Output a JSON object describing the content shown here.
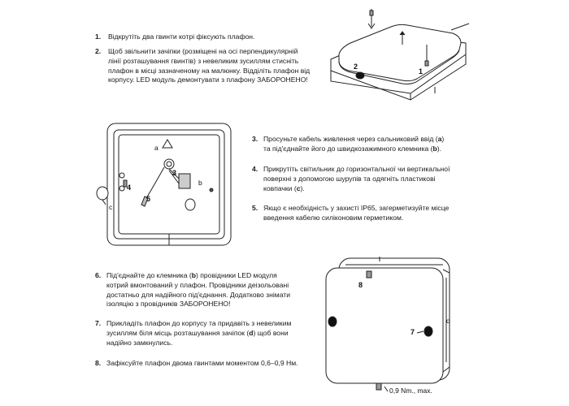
{
  "steps": [
    {
      "num": "1.",
      "text": "Відкрутіть два гвинти котрі фіксують плафон."
    },
    {
      "num": "2.",
      "lines": [
        "Щоб звільнити зачіпки (розміщені на осі перпендикулярній",
        "лінії розташування гвинтів) з невеликим зусиллям стисніть",
        "плафон в місці зазначеному на малюнку. Відділіть плафон від",
        "корпусу. LED модуль демонтувати з плафону ЗАБОРОНЕНО!"
      ]
    },
    {
      "num": "3.",
      "line1": "Просуньте кабель живлення через сальниковий ввід (",
      "a": "a",
      "line1_end": ")",
      "line2": "та під'єднайте його до швидкозажимного клемника (",
      "b": "b",
      "line2_end": ")."
    },
    {
      "num": "4.",
      "line1": "Прикрутіть світильник до горизонтальної чи вертикальної",
      "line2": "поверхні з допомогою шурупів та одягніть пластикові",
      "line3": "ковпачки (",
      "c": "c",
      "line3_end": ")."
    },
    {
      "num": "5.",
      "lines": [
        "Якщо є необхідність у захисті IP65, загерметизуйте місце",
        "введення кабелю силіконовим герметиком."
      ]
    },
    {
      "num": "6.",
      "line1": "Під'єднайте до клемника (",
      "b": "b",
      "line1_end": ") провідники LED модуля",
      "line2": "котрий вмонтований у плафон. Провідники деізольовані",
      "line3": "достатньо для надійного під'єднання. Додатково знімати",
      "line4": "ізоляцію з провідників ЗАБОРОНЕНО!"
    },
    {
      "num": "7.",
      "line1": "Прикладіть плафон до корпусу та придавіть з невеликим",
      "line2": "зусиллям біля місць розташування зачіпок (",
      "d": "d",
      "line2_end": ") щоб вони",
      "line3": "надійно замкнулись."
    },
    {
      "num": "8.",
      "text": "Зафіксуйте плафон двома гвинтами моментом 0,6–0,9 Нм."
    }
  ],
  "figures": {
    "fig1": {
      "label_1": "1",
      "label_2": "2"
    },
    "fig2": {
      "label_a": "a",
      "label_b": "b",
      "label_c": "c",
      "label_3": "3",
      "label_4": "4",
      "label_5": "5"
    },
    "fig3": {
      "label_8": "8",
      "label_7": "7",
      "label_d": "d",
      "torque": "0,9 Nm., max."
    }
  }
}
